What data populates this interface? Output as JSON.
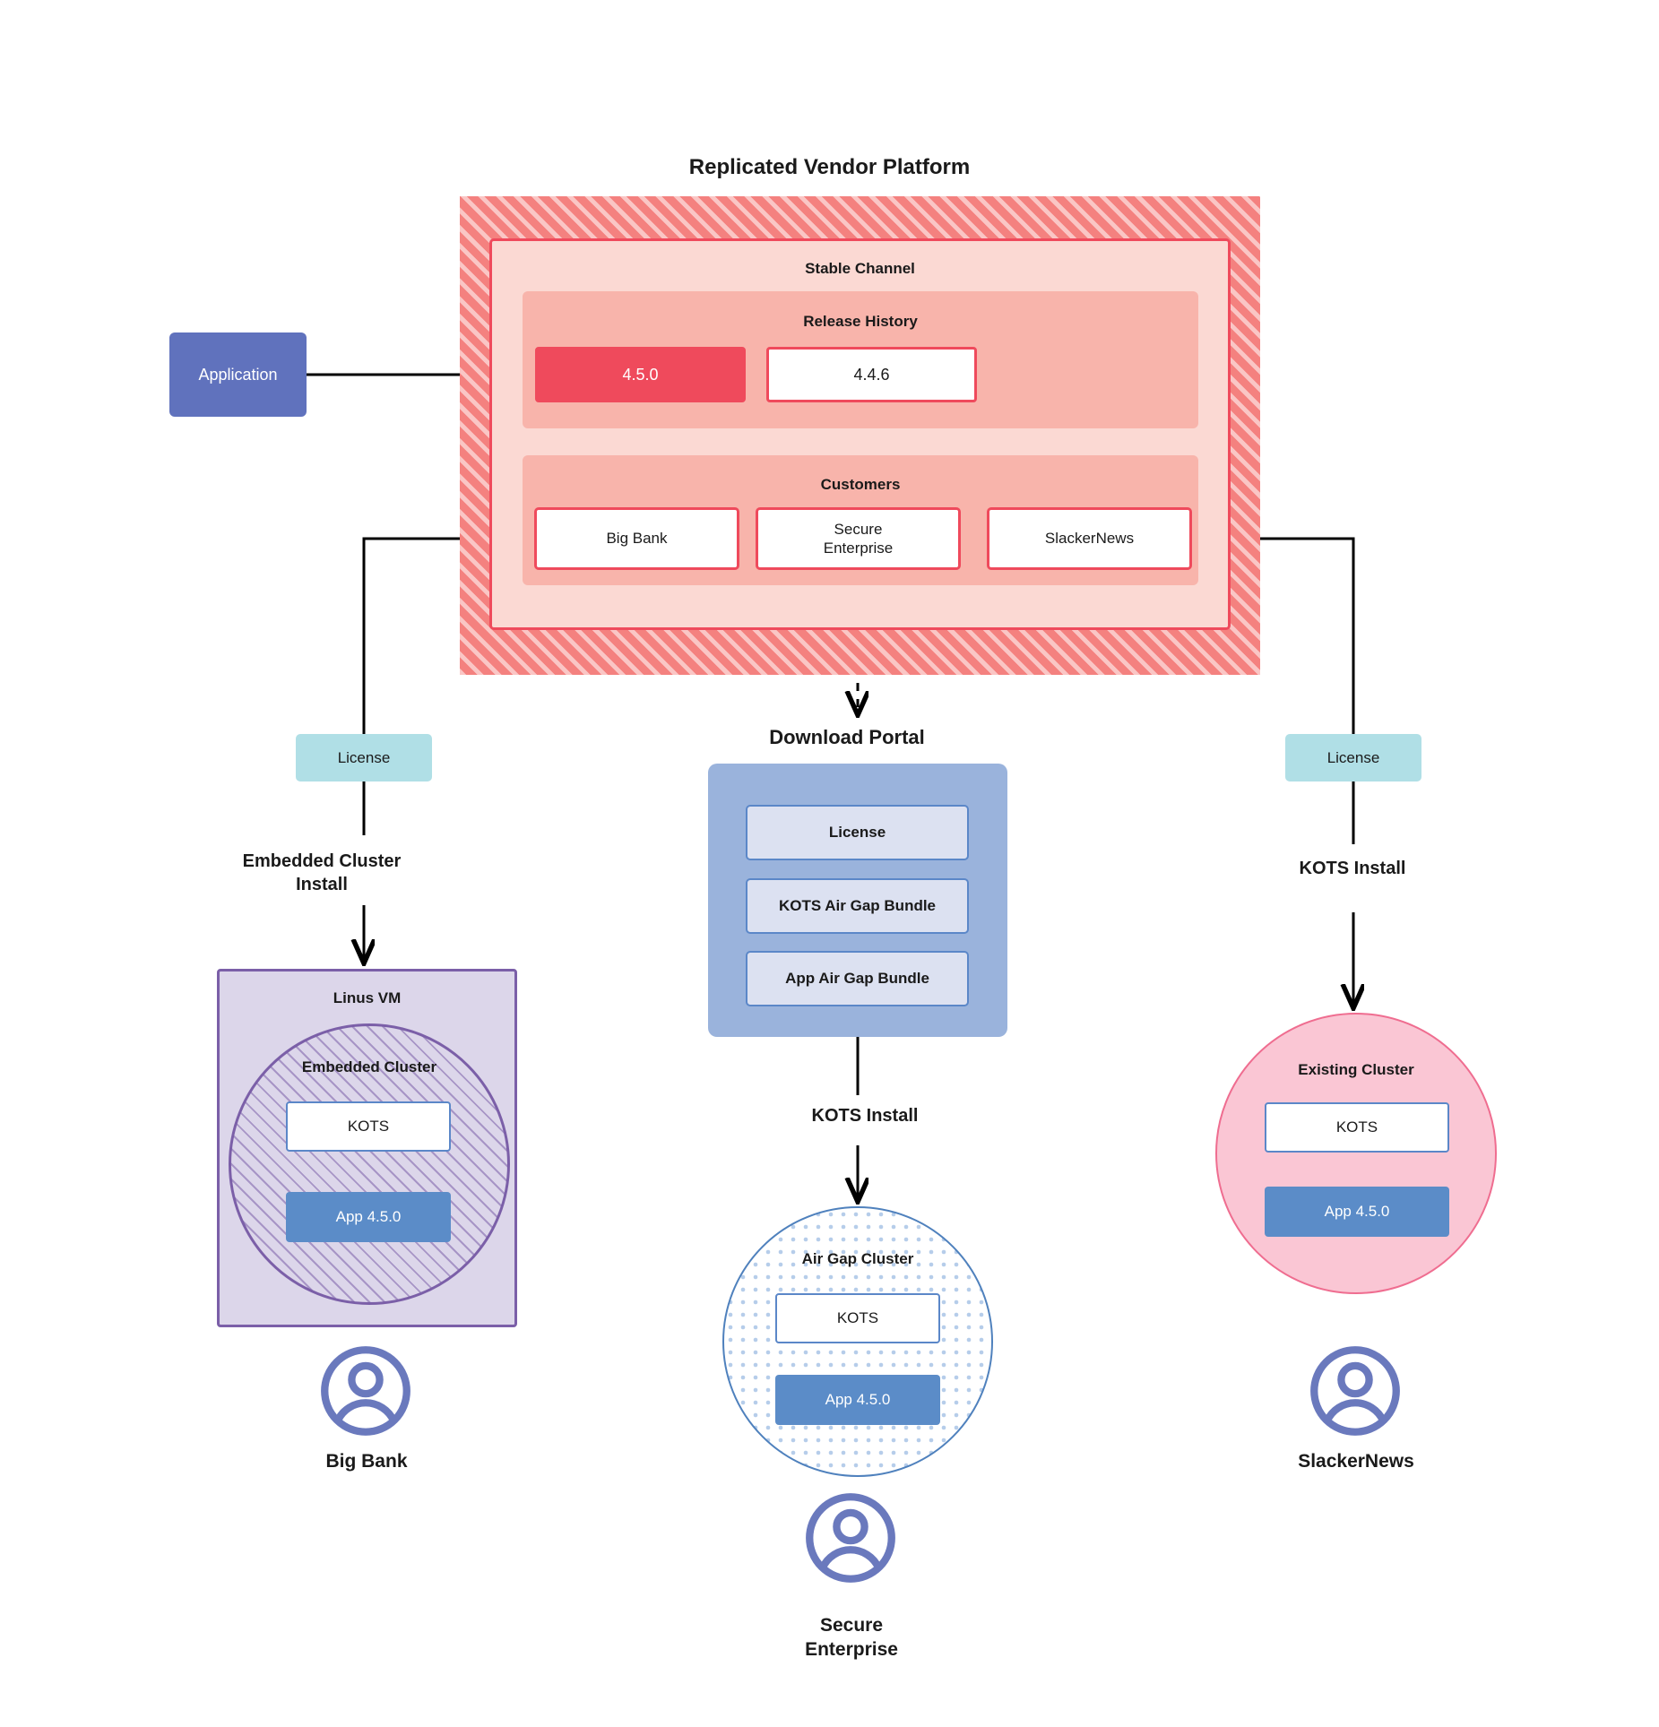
{
  "platform": {
    "title": "Replicated Vendor Platform",
    "stable_channel_label": "Stable Channel",
    "release_history_label": "Release History",
    "releases": [
      {
        "version": "4.5.0",
        "state": "current"
      },
      {
        "version": "4.4.6",
        "state": "previous"
      }
    ],
    "customers_label": "Customers",
    "customers": [
      {
        "name": "Big Bank"
      },
      {
        "name": "Secure\nEnterprise"
      },
      {
        "name": "SlackerNews"
      }
    ]
  },
  "application": {
    "label": "Application"
  },
  "licenses": {
    "left_label": "License",
    "right_label": "License"
  },
  "flows": {
    "embedded_cluster_install": "Embedded Cluster\nInstall",
    "kots_install_right": "KOTS Install",
    "kots_install_middle": "KOTS Install"
  },
  "download_portal": {
    "title": "Download  Portal",
    "items": [
      {
        "label": "License"
      },
      {
        "label": "KOTS Air Gap Bundle"
      },
      {
        "label": "App Air Gap Bundle"
      }
    ]
  },
  "left_column": {
    "vm_label": "Linus VM",
    "cluster_label": "Embedded Cluster",
    "kots_label": "KOTS",
    "app_label": "App 4.5.0",
    "persona": "Big Bank"
  },
  "middle_column": {
    "cluster_label": "Air Gap Cluster",
    "kots_label": "KOTS",
    "app_label": "App 4.5.0",
    "persona": "Secure\nEnterprise"
  },
  "right_column": {
    "cluster_label": "Existing Cluster",
    "kots_label": "KOTS",
    "app_label": "App 4.5.0",
    "persona": "SlackerNews"
  },
  "colors": {
    "platform_hatch": "#f4817f",
    "channel_bg": "#fbd9d3",
    "panel_bg": "#f8b4ab",
    "accent_red": "#ef4a5c",
    "application_blue": "#6072bd",
    "license_cyan": "#b0dfe6",
    "portal_blue": "#9ab3dc",
    "portal_item_bg": "#dce1f1",
    "portal_item_border": "#5b87c8",
    "vm_purple_bg": "#dcd6ea",
    "vm_purple_border": "#7b5fa8",
    "app_blue": "#5b8cc8",
    "existing_cluster_pink": "#fac6d4",
    "airgap_border": "#4f81bd",
    "persona_purple": "#6a79bd",
    "connector": "#000000"
  },
  "icons": {
    "persona": "user-avatar-icon"
  }
}
